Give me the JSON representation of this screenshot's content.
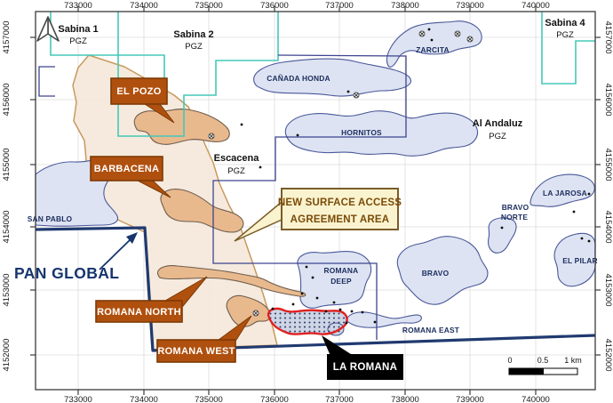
{
  "title": "Exploration permits and prospect map",
  "axes": {
    "x": [
      "733000",
      "734000",
      "735000",
      "736000",
      "737000",
      "738000",
      "739000",
      "740000"
    ],
    "y": [
      "4157000",
      "4156000",
      "4155000",
      "4154000",
      "4153000",
      "4152000"
    ]
  },
  "permits": {
    "sabina1": {
      "name": "Sabina 1",
      "zone": "PGZ"
    },
    "sabina2": {
      "name": "Sabina 2",
      "zone": "PGZ"
    },
    "sabina4": {
      "name": "Sabina 4",
      "zone": "PGZ"
    },
    "al_andaluz": {
      "name": "Al Andaluz",
      "zone": "PGZ"
    },
    "escacena": {
      "name": "Escacena",
      "zone": "PGZ"
    }
  },
  "prospects": {
    "zarcita": "ZARCITA",
    "canada_honda": "CAÑADA HONDA",
    "hornitos": "HORNITOS",
    "bravo_norte_line1": "BRAVO",
    "bravo_norte_line2": "NORTE",
    "la_jarosa": "LA JAROSA",
    "el_pilar": "EL PILAR",
    "bravo": "BRAVO",
    "romana_deep_line1": "ROMANA",
    "romana_deep_line2": "DEEP",
    "romana_east": "ROMANA EAST",
    "san_pablo": "SAN PABLO"
  },
  "callouts": {
    "el_pozo": "EL POZO",
    "barbacena": "BARBACENA",
    "romana_north": "ROMANA NORTH",
    "romana_west": "ROMANA WEST",
    "la_romana": "LA ROMANA",
    "new_surface_line1": "NEW SURFACE ACCESS",
    "new_surface_line2": "AGREEMENT AREA"
  },
  "company_label": "PAN GLOBAL",
  "scale_bar": {
    "start": "0",
    "mid": "0.5",
    "end": "1 km"
  },
  "colors": {
    "permit_teal": "#45c8b8",
    "boundary_navy_thin": "#3d4490",
    "boundary_navy_thick": "#203a70",
    "prospect_blue_fill": "#dde3f2",
    "prospect_blue_stroke": "#4a5899",
    "agreement_area_fill": "#f4e8d9",
    "agreement_area_stroke": "#c9995e",
    "target_orange_fill": "#e9b98e",
    "target_orange_stroke": "#6f5e4d",
    "callout_orange": "#b0500e",
    "callout_orange_border": "#7d3a06",
    "nsa_box_fill": "#faf3cf",
    "nsa_box_border": "#7a5c28",
    "drill_area_red": "#e02020",
    "company_navy": "#16356e",
    "black_callout": "#000000"
  },
  "map_points": {
    "occurrences": [
      [
        483,
        33
      ],
      [
        486,
        45
      ],
      [
        392,
        103
      ],
      [
        272,
        140
      ],
      [
        335,
        152
      ],
      [
        293,
        188
      ],
      [
        565,
        256
      ],
      [
        663,
        218
      ],
      [
        646,
        238
      ],
      [
        655,
        268
      ],
      [
        663,
        271
      ],
      [
        307,
        347
      ],
      [
        330,
        342
      ],
      [
        357,
        335
      ],
      [
        352,
        312
      ],
      [
        345,
        300
      ],
      [
        340,
        330
      ],
      [
        367,
        350
      ],
      [
        383,
        348
      ],
      [
        396,
        350
      ],
      [
        408,
        351
      ],
      [
        422,
        362
      ],
      [
        390,
        363
      ],
      [
        376,
        340
      ]
    ],
    "mine_symbols": [
      [
        475,
        38
      ],
      [
        515,
        38
      ],
      [
        529,
        44
      ],
      [
        401,
        107
      ],
      [
        238,
        153
      ],
      [
        288,
        352
      ]
    ]
  }
}
